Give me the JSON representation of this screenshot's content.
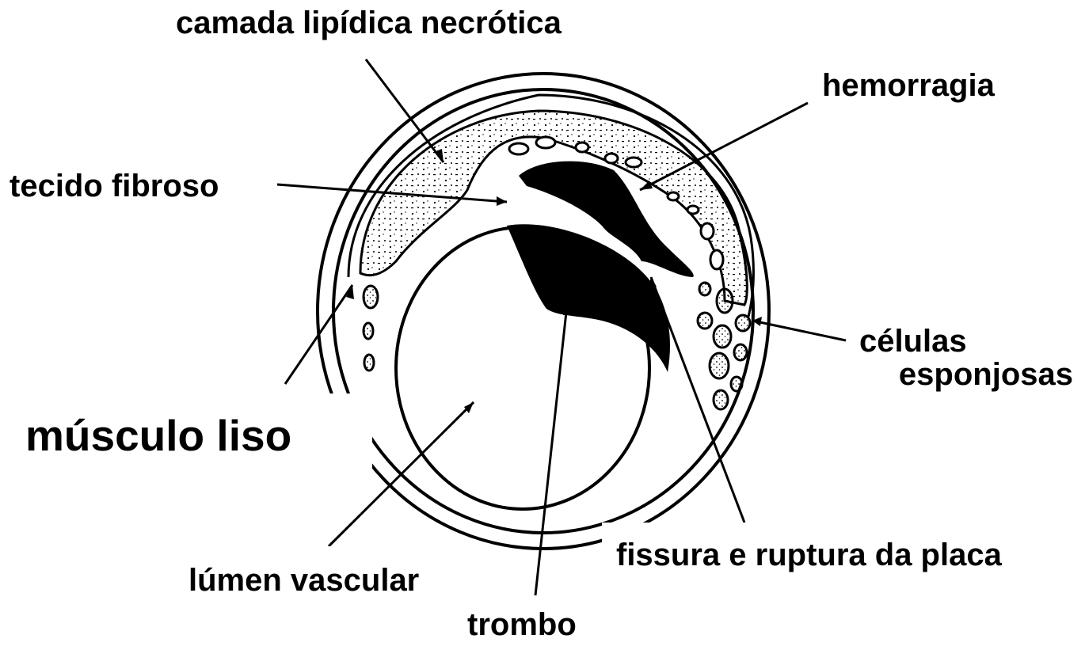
{
  "labels": {
    "lipid": "camada lipídica necrótica",
    "hemorrhage": "hemorragia",
    "fibrous": "tecido fibroso",
    "foam_cells_line1": "células",
    "foam_cells_line2": "esponjosas",
    "smooth_muscle": "músculo liso",
    "fissure": "fissura e ruptura da placa",
    "lumen": "lúmen vascular",
    "thrombus": "trombo"
  },
  "colors": {
    "ink": "#000000",
    "background": "#ffffff"
  }
}
